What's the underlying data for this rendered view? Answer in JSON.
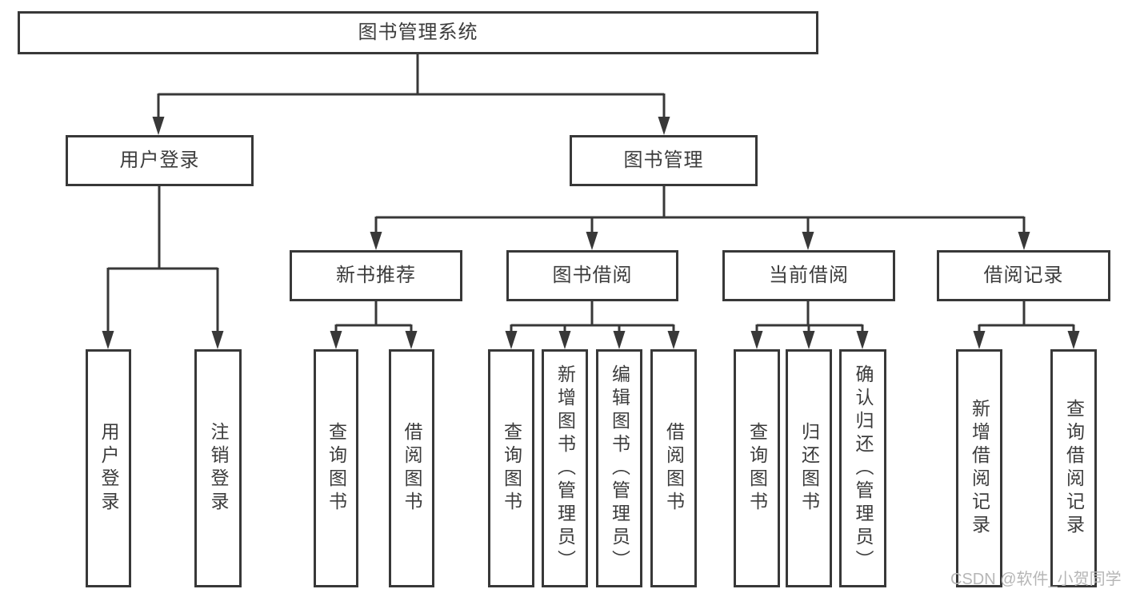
{
  "diagram": {
    "root": {
      "label": "图书管理系统"
    },
    "level2": [
      {
        "label": "用户登录",
        "children": [
          {
            "label": "用户登录"
          },
          {
            "label": "注销登录"
          }
        ]
      },
      {
        "label": "图书管理",
        "children": [
          {
            "label": "新书推荐",
            "children": [
              {
                "label": "查询图书"
              },
              {
                "label": "借阅图书"
              }
            ]
          },
          {
            "label": "图书借阅",
            "children": [
              {
                "label": "查询图书"
              },
              {
                "label": "新增图书（管理员）"
              },
              {
                "label": "编辑图书（管理员）"
              },
              {
                "label": "借阅图书"
              }
            ]
          },
          {
            "label": "当前借阅",
            "children": [
              {
                "label": "查询图书"
              },
              {
                "label": "归还图书"
              },
              {
                "label": "确认归还（管理员）"
              }
            ]
          },
          {
            "label": "借阅记录",
            "children": [
              {
                "label": "新增借阅记录"
              },
              {
                "label": "查询借阅记录"
              }
            ]
          }
        ]
      }
    ]
  },
  "watermark": {
    "text": "CSDN @软件_小贺同学",
    "color": "#b6b6b6"
  },
  "colors": {
    "line": "#383838",
    "box_border": "#383838",
    "text": "#3c3c3c",
    "background": "#ffffff"
  }
}
